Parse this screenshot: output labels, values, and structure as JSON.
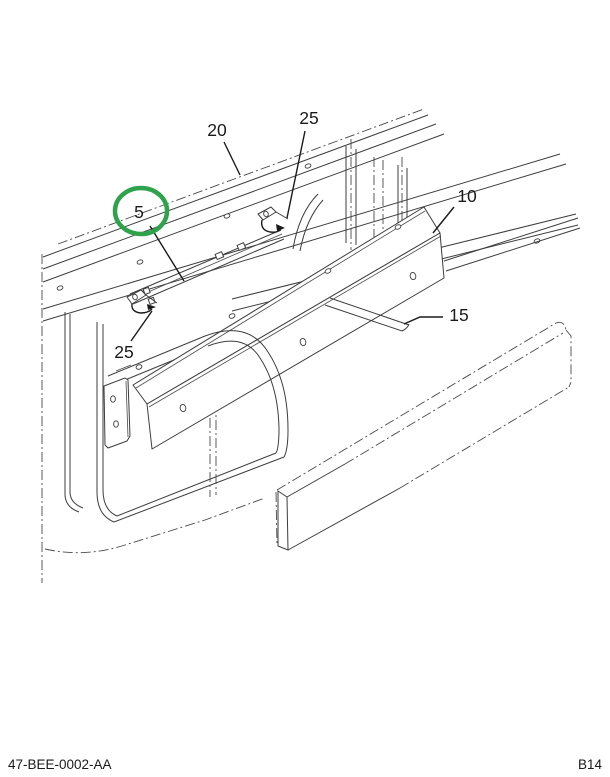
{
  "figure": {
    "type": "technical-parts-diagram",
    "callouts": {
      "c20": {
        "label": "20"
      },
      "c25_top": {
        "label": "25"
      },
      "c5": {
        "label": "5",
        "highlighted": true
      },
      "c25_left": {
        "label": "25"
      },
      "c10": {
        "label": "10"
      },
      "c15": {
        "label": "15"
      }
    },
    "colors": {
      "highlight_circle": "#2fa24c",
      "line": "#3d3d3d",
      "background": "#ffffff"
    }
  },
  "footer": {
    "left": "47-BEE-0002-AA",
    "right": "B14"
  }
}
